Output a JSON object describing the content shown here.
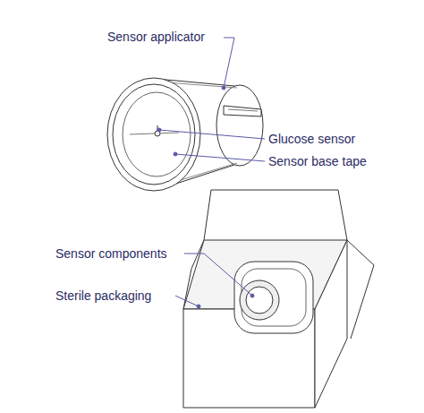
{
  "diagram": {
    "labels": [
      "Sensor applicator",
      "Glucose sensor",
      "Sensor base tape",
      "Sensor components",
      "Sterile packaging"
    ]
  }
}
